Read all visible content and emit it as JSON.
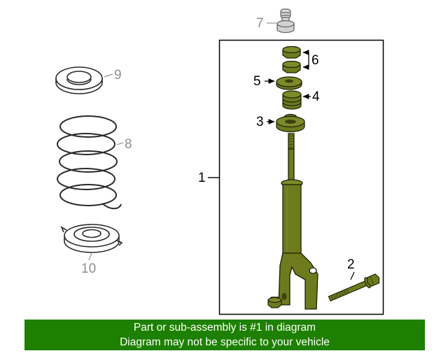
{
  "diagram": {
    "labels": {
      "strut": "1",
      "bolt": "2",
      "mount": "3",
      "bushing": "4",
      "cap_washer": "5",
      "nuts": "6",
      "dust_cap": "7",
      "spring": "8",
      "isolator": "9",
      "seat": "10"
    }
  },
  "banner": {
    "line1": "Part or sub-assembly is #1 in diagram",
    "line2": "Diagram may not be specific to your vehicle",
    "bg_color": "#1d8000",
    "text_color": "#ffffff"
  },
  "colors": {
    "highlight_part": "#6d7a1e",
    "highlight_part_light": "#7d8a2a",
    "part_outline": "#1c2005",
    "muted_part": "#d2d2d2",
    "muted_label": "#8e8e8e",
    "label": "#000000",
    "line_art": "#2a2a2a"
  }
}
